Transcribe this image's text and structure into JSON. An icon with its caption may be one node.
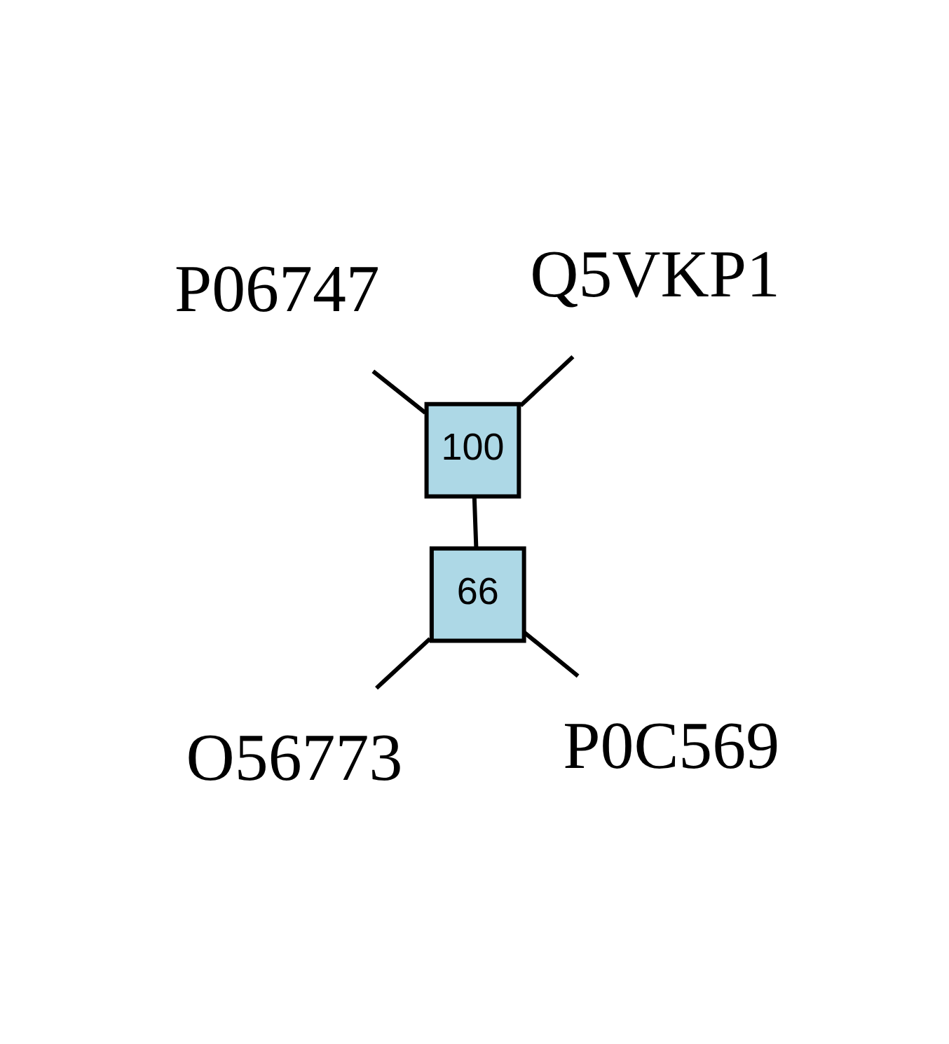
{
  "diagram": {
    "nodes": [
      {
        "text": [
          "O56773"
        ]
      },
      {
        "text": [
          "P0C569"
        ]
      },
      {
        "text": [
          "66"
        ]
      },
      {
        "text": [
          "100"
        ]
      },
      {
        "text": [
          "Q5VKP1"
        ]
      },
      {
        "text": [
          "P06747"
        ]
      }
    ],
    "edges": [
      {
        "from": 0,
        "to": 2,
        "arrow": "none"
      },
      {
        "from": 1,
        "to": 2,
        "arrow": "none"
      },
      {
        "from": 2,
        "to": 3,
        "arrow": "none"
      },
      {
        "from": 3,
        "to": 4,
        "arrow": "none"
      },
      {
        "from": 3,
        "to": 5,
        "arrow": "none"
      }
    ]
  }
}
